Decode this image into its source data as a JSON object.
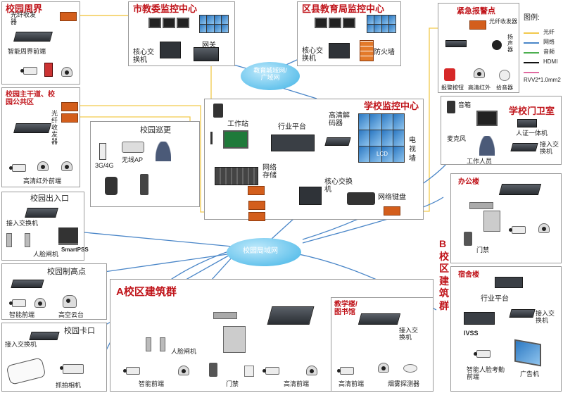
{
  "colors": {
    "fiber": "#f2c94c",
    "network": "#4a86c8",
    "audio": "#4caf50",
    "hdmi": "#111111",
    "rvv": "#e06aa0",
    "accent_red": "#c0151b",
    "fiber_tx": "#d35e1c"
  },
  "zhoujie": {
    "title": "校园周界",
    "fiber_tx": "光纤收发器",
    "front": "智能周界前端"
  },
  "zhugandao": {
    "title": "校园主干道、校园公共区",
    "fiber_tx": "光纤收发器",
    "front": "高清红外前端"
  },
  "city": {
    "title": "市教委监控中心",
    "core": "核心交换机",
    "gateway": "网关"
  },
  "district": {
    "title": "区县教育局监控中心",
    "core": "核心交换机",
    "firewall": "防火墙"
  },
  "alarm": {
    "title": "紧急报警点",
    "fiber_tx": "光纤收发器",
    "speaker": "扬声器",
    "button": "报警按钮",
    "ir": "高清红外",
    "pickup": "拾音器"
  },
  "legend": {
    "title": "图例:",
    "items": [
      {
        "label": "光纤",
        "color": "#f2c94c"
      },
      {
        "label": "网络",
        "color": "#4a86c8"
      },
      {
        "label": "音频",
        "color": "#4caf50"
      },
      {
        "label": "HDMI",
        "color": "#111111"
      },
      {
        "label": "RVV2*1.0mm2",
        "color": "#e06aa0"
      }
    ]
  },
  "edu_cloud": "教育城域网/广域网",
  "patrol": {
    "title": "校园巡更",
    "net": "3G/4G",
    "ap": "无线AP"
  },
  "center": {
    "title": "学校监控中心",
    "workstation": "工作站",
    "platform": "行业平台",
    "decoder": "高清解码器",
    "tvwall": "电视墙",
    "storage": "网络存储",
    "core": "核心交换机",
    "keyboard": "网络键盘",
    "lcd": "LCD"
  },
  "gate_room": {
    "title": "学校门卫室",
    "speaker": "音箱",
    "mic": "麦克风",
    "staff": "工作人员",
    "id_machine": "人证一体机",
    "access_switch": "接入交换机"
  },
  "entrance": {
    "title": "校园出入口",
    "access_switch": "接入交换机",
    "face_gate": "人脸闸机",
    "smartpss": "SmartPSS"
  },
  "campus_cloud": "校园局域网",
  "highpoint": {
    "title": "校园制高点",
    "front": "智能前端",
    "ptz": "高空云台"
  },
  "checkpoint": {
    "title": "校园卡口",
    "access_switch": "接入交换机",
    "capture": "抓拍相机"
  },
  "a_zone": {
    "title": "A校区建筑群",
    "face_gate": "人脸闸机",
    "smart_front": "智能前端",
    "access_ctrl": "门禁",
    "hd_front": "高清前端"
  },
  "teach": {
    "title": "教学楼/图书馆",
    "access_switch": "接入交换机",
    "hd_front": "高清前端",
    "smoke": "烟雾探测器"
  },
  "office": {
    "title": "办公楼",
    "access_ctrl": "门禁"
  },
  "b_zone": {
    "title": "B校区建筑群"
  },
  "dorm": {
    "title": "宿舍楼",
    "platform": "行业平台",
    "access_switch": "接入交换机",
    "ivss": "IVSS",
    "face_attend": "智能人脸考勤前端",
    "ad": "广告机"
  }
}
